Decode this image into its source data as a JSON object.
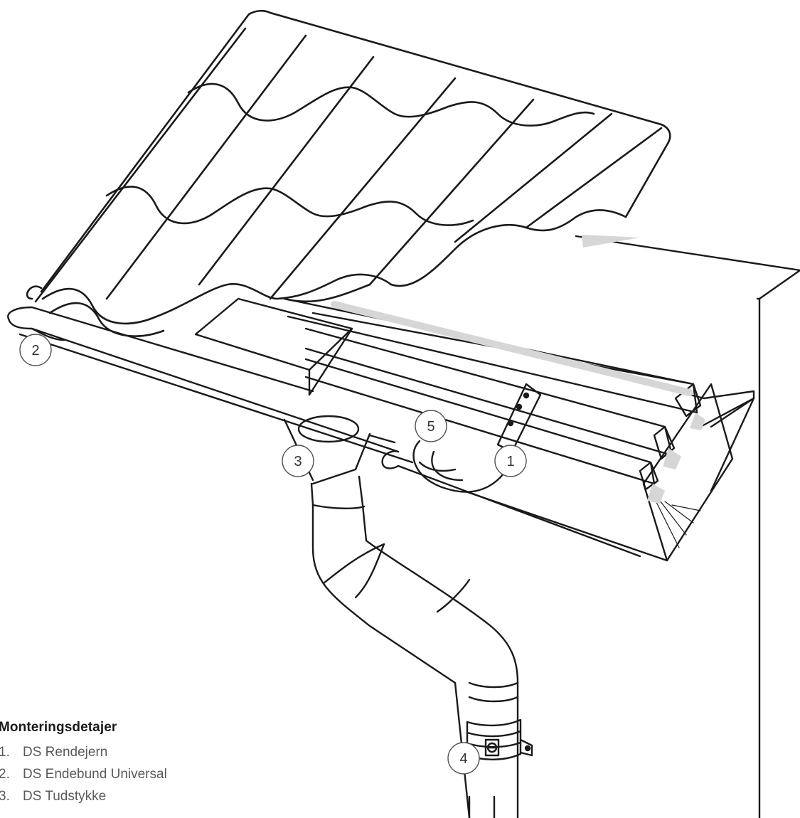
{
  "legend": {
    "title": "Monteringsdetajer",
    "items": [
      {
        "number": "1.",
        "label": "DS Rendejern"
      },
      {
        "number": "2.",
        "label": "DS Endebund Universal"
      },
      {
        "number": "3.",
        "label": "DS Tudstykke"
      }
    ]
  },
  "callouts": [
    "1",
    "2",
    "3",
    "4",
    "5"
  ],
  "colors": {
    "line": "#1a1a1a",
    "shade": "#d6d6d6",
    "background": "#ffffff"
  }
}
